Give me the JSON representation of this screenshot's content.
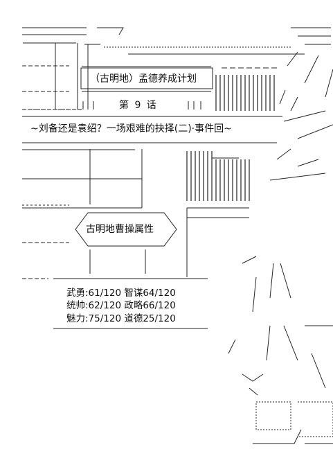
{
  "story": {
    "title_box": "（古明地）孟德养成计划",
    "chapter_label": "第 9 话",
    "subtitle": "~刘备还是袁绍？一场艰难的抉择(二)·事件回~"
  },
  "character_card": {
    "title": "古明地曹操属性",
    "stats": [
      "武勇:61/120 智谋64/120",
      "统帅:62/120 政略66/120",
      "魅力:75/120 道德25/120"
    ]
  }
}
